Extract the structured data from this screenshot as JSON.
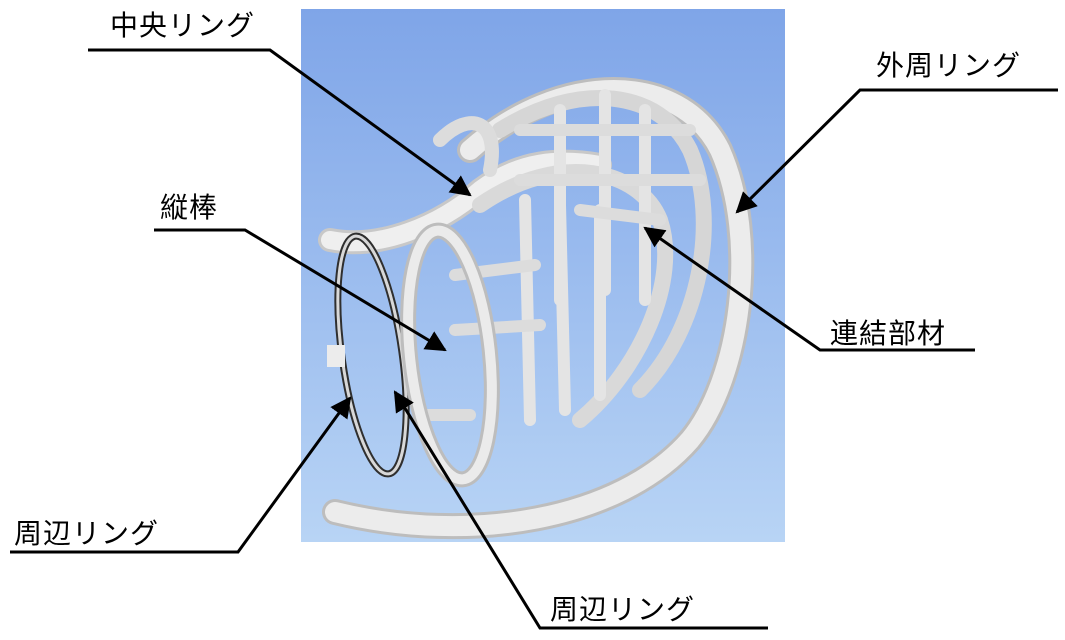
{
  "labels": {
    "center_ring": "中央リング",
    "outer_ring": "外周リング",
    "vertical_rod": "縦棒",
    "connecting_member": "連結部材",
    "peripheral_ring_1": "周辺リング",
    "peripheral_ring_2": "周辺リング"
  },
  "colors": {
    "sky_top": "#7fa5e8",
    "sky_bottom": "#b8d4f5",
    "model": "#e6e6e6",
    "model_shade": "#bdbdbd",
    "leader": "#000000"
  }
}
